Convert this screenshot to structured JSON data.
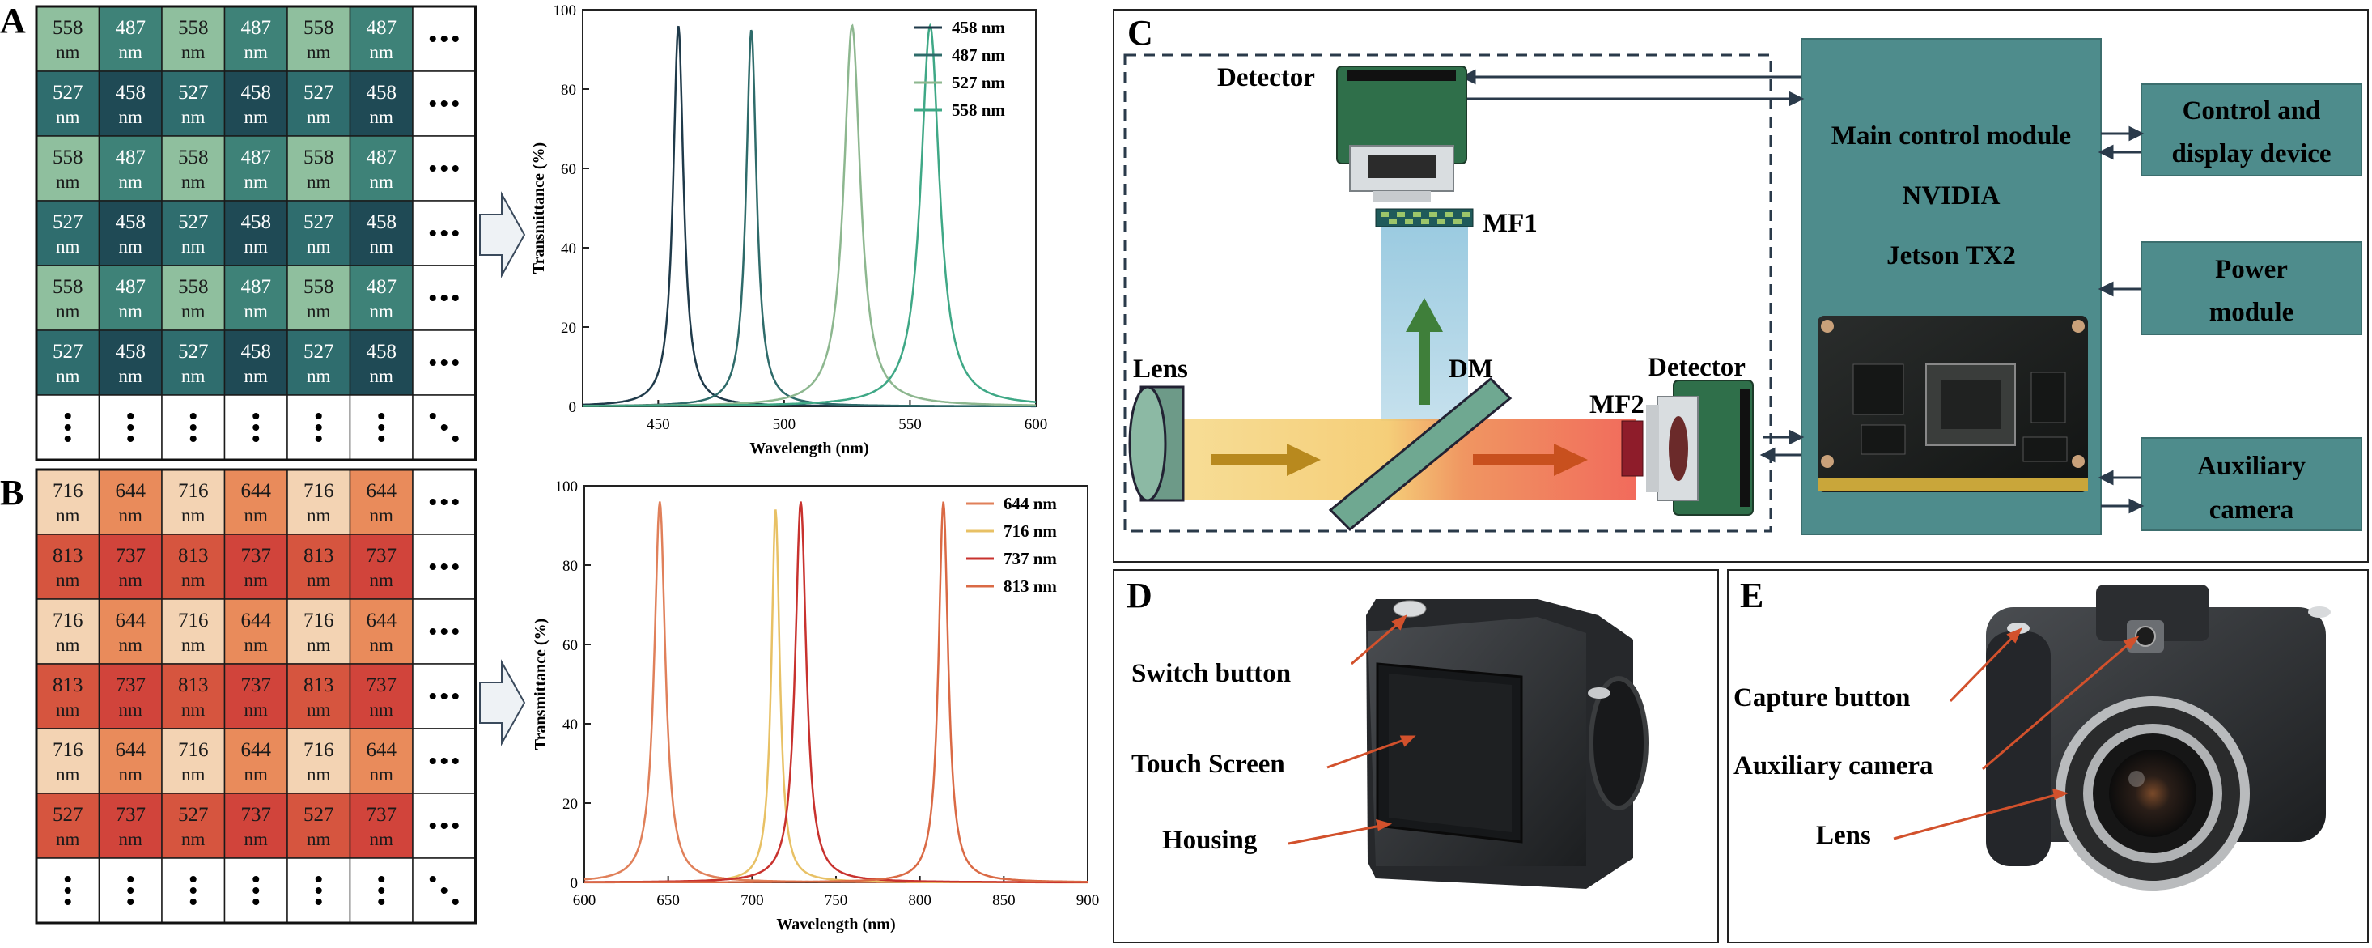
{
  "panels": {
    "a": "A",
    "b": "B",
    "c": "C",
    "d": "D",
    "e": "E"
  },
  "mosaic_a": {
    "unit": "nm",
    "rows": [
      [
        "558",
        "487",
        "558",
        "487",
        "558",
        "487"
      ],
      [
        "527",
        "458",
        "527",
        "458",
        "527",
        "458"
      ],
      [
        "558",
        "487",
        "558",
        "487",
        "558",
        "487"
      ],
      [
        "527",
        "458",
        "527",
        "458",
        "527",
        "458"
      ],
      [
        "558",
        "487",
        "558",
        "487",
        "558",
        "487"
      ],
      [
        "527",
        "458",
        "527",
        "458",
        "527",
        "458"
      ]
    ],
    "colors": {
      "558": "#8FBF9E",
      "487": "#3E8278",
      "527": "#2F6D6E",
      "458": "#1F4A55"
    },
    "text_colors": {
      "558": "#1a1a1a",
      "487": "#ffffff",
      "527": "#ffffff",
      "458": "#ffffff"
    }
  },
  "mosaic_b": {
    "unit": "nm",
    "rows": [
      [
        "716",
        "644",
        "716",
        "644",
        "716",
        "644"
      ],
      [
        "813",
        "737",
        "813",
        "737",
        "813",
        "737"
      ],
      [
        "716",
        "644",
        "716",
        "644",
        "716",
        "644"
      ],
      [
        "813",
        "737",
        "813",
        "737",
        "813",
        "737"
      ],
      [
        "716",
        "644",
        "716",
        "644",
        "716",
        "644"
      ],
      [
        "527",
        "737",
        "527",
        "737",
        "527",
        "737"
      ]
    ],
    "colors": {
      "716": "#F3D3B3",
      "644": "#E98B5B",
      "813": "#D6553F",
      "737": "#D1443B",
      "527": "#D6553F"
    },
    "text_colors": {
      "716": "#1a1a1a",
      "644": "#1a1a1a",
      "813": "#1a1a1a",
      "737": "#1a1a1a",
      "527": "#1a1a1a"
    }
  },
  "chart_data": [
    {
      "type": "line",
      "xlabel": "Wavelength (nm)",
      "ylabel": "Transmittance (%)",
      "xlim": [
        420,
        600
      ],
      "ylim": [
        0,
        100
      ],
      "xticks": [
        450,
        500,
        550,
        600
      ],
      "yticks": [
        0,
        20,
        40,
        60,
        80,
        100
      ],
      "legend_position": "top-right",
      "series": [
        {
          "name": "458 nm",
          "center": 458,
          "peak": 96,
          "fwhm": 5,
          "color": "#1F3A4A"
        },
        {
          "name": "487 nm",
          "center": 487,
          "peak": 95,
          "fwhm": 5,
          "color": "#2E6B6A"
        },
        {
          "name": "527 nm",
          "center": 527,
          "peak": 96,
          "fwhm": 8,
          "color": "#8DB78F"
        },
        {
          "name": "558 nm",
          "center": 558,
          "peak": 96,
          "fwhm": 9,
          "color": "#3FA886"
        }
      ]
    },
    {
      "type": "line",
      "xlabel": "Wavelength (nm)",
      "ylabel": "Transmittance (%)",
      "xlim": [
        600,
        900
      ],
      "ylim": [
        0,
        100
      ],
      "xticks": [
        600,
        650,
        700,
        750,
        800,
        850,
        900
      ],
      "yticks": [
        0,
        20,
        40,
        60,
        80,
        100
      ],
      "legend_position": "top-right",
      "series": [
        {
          "name": "644 nm",
          "center": 645,
          "peak": 96,
          "fwhm": 8,
          "color": "#E0805A"
        },
        {
          "name": "716 nm",
          "center": 714,
          "peak": 94,
          "fwhm": 6,
          "color": "#E8C165"
        },
        {
          "name": "737 nm",
          "center": 729,
          "peak": 96,
          "fwhm": 8,
          "color": "#C8322E"
        },
        {
          "name": "813 nm",
          "center": 814,
          "peak": 96,
          "fwhm": 7,
          "color": "#DA6A45"
        }
      ]
    }
  ],
  "panel_c": {
    "detector_top": "Detector",
    "mf1": "MF1",
    "lens": "Lens",
    "dm": "DM",
    "detector_right": "Detector",
    "mf2": "MF2",
    "main_module_lines": [
      "Main control module",
      "NVIDIA",
      "Jetson TX2"
    ],
    "control_display_lines": [
      "Control and",
      "display device"
    ],
    "power_lines": [
      "Power",
      "module"
    ],
    "aux_lines": [
      "Auxiliary",
      "camera"
    ],
    "module_color": "#4E8C8C"
  },
  "panel_d": {
    "switch": "Switch button",
    "touch": "Touch Screen",
    "housing": "Housing"
  },
  "panel_e": {
    "capture": "Capture button",
    "auxcam": "Auxiliary camera",
    "lens": "Lens"
  }
}
